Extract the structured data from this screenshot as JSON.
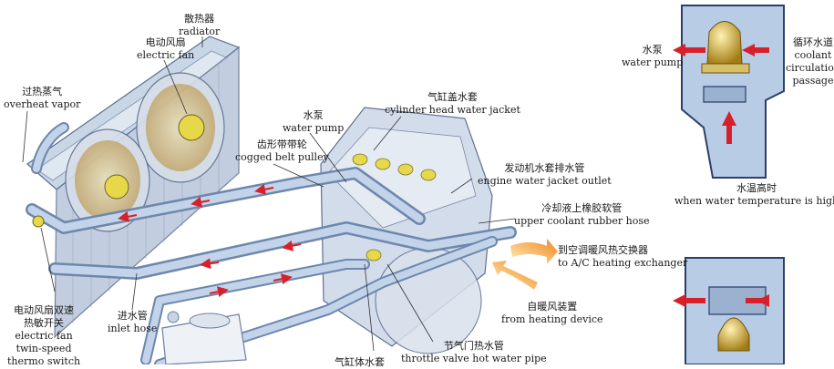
{
  "labels": {
    "radiator": {
      "cn": "散热器",
      "en": "radiator"
    },
    "electric_fan": {
      "cn": "电动风扇",
      "en": "electric fan"
    },
    "overheat_vapor": {
      "cn": "过热蒸气",
      "en": "overheat vapor"
    },
    "water_pump": {
      "cn": "水泵",
      "en": "water pump"
    },
    "cylinder_head_jacket": {
      "cn": "气缸盖水套",
      "en": "cylinder head water jacket"
    },
    "cogged_belt_pulley": {
      "cn": "齿形带带轮",
      "en": "cogged belt pulley"
    },
    "engine_jacket_outlet": {
      "cn": "发动机水套排水管",
      "en": "engine water jacket outlet"
    },
    "upper_coolant_hose": {
      "cn": "冷却液上橡胶软管",
      "en": "upper coolant rubber hose"
    },
    "ac_heating_exchanger": {
      "cn": "到空调暖风热交换器",
      "en": "to A/C heating exchanger"
    },
    "from_heating_device": {
      "cn": "自暖风装置",
      "en": "from heating device"
    },
    "fan_switch": {
      "cn1": "电动风扇双速",
      "cn2": "热敏开关",
      "en1": "electric fan",
      "en2": "twin-speed",
      "en3": "thermo switch"
    },
    "inlet_hose": {
      "cn": "进水管",
      "en": "inlet hose"
    },
    "throttle_valve_outlet": {
      "cn": "节气门热水管",
      "en": "throttle valve hot water pipe"
    },
    "cylinder_block_jacket": {
      "cn": "气缸体水套"
    },
    "inset_water_pump": {
      "cn": "水泵",
      "en": "water pump"
    },
    "coolant_circulation": {
      "cn": "循环水道",
      "en1": "coolant",
      "en2": "circulation",
      "en3": "passage"
    },
    "water_temp_high": {
      "cn": "水温高时",
      "en": "when water temperature is high"
    }
  },
  "colors": {
    "pipe": "#a9c0dc",
    "pipe_dark": "#6d87ad",
    "flow_arrow_hot": "#d8202a",
    "flow_arrow_cold": "#2b5fb5",
    "inset_bg": "#b9cce6",
    "inset_outline": "#2a3f6a",
    "thermostat_gold": "#c9a227",
    "heat_arrow": "#f2a32a"
  }
}
